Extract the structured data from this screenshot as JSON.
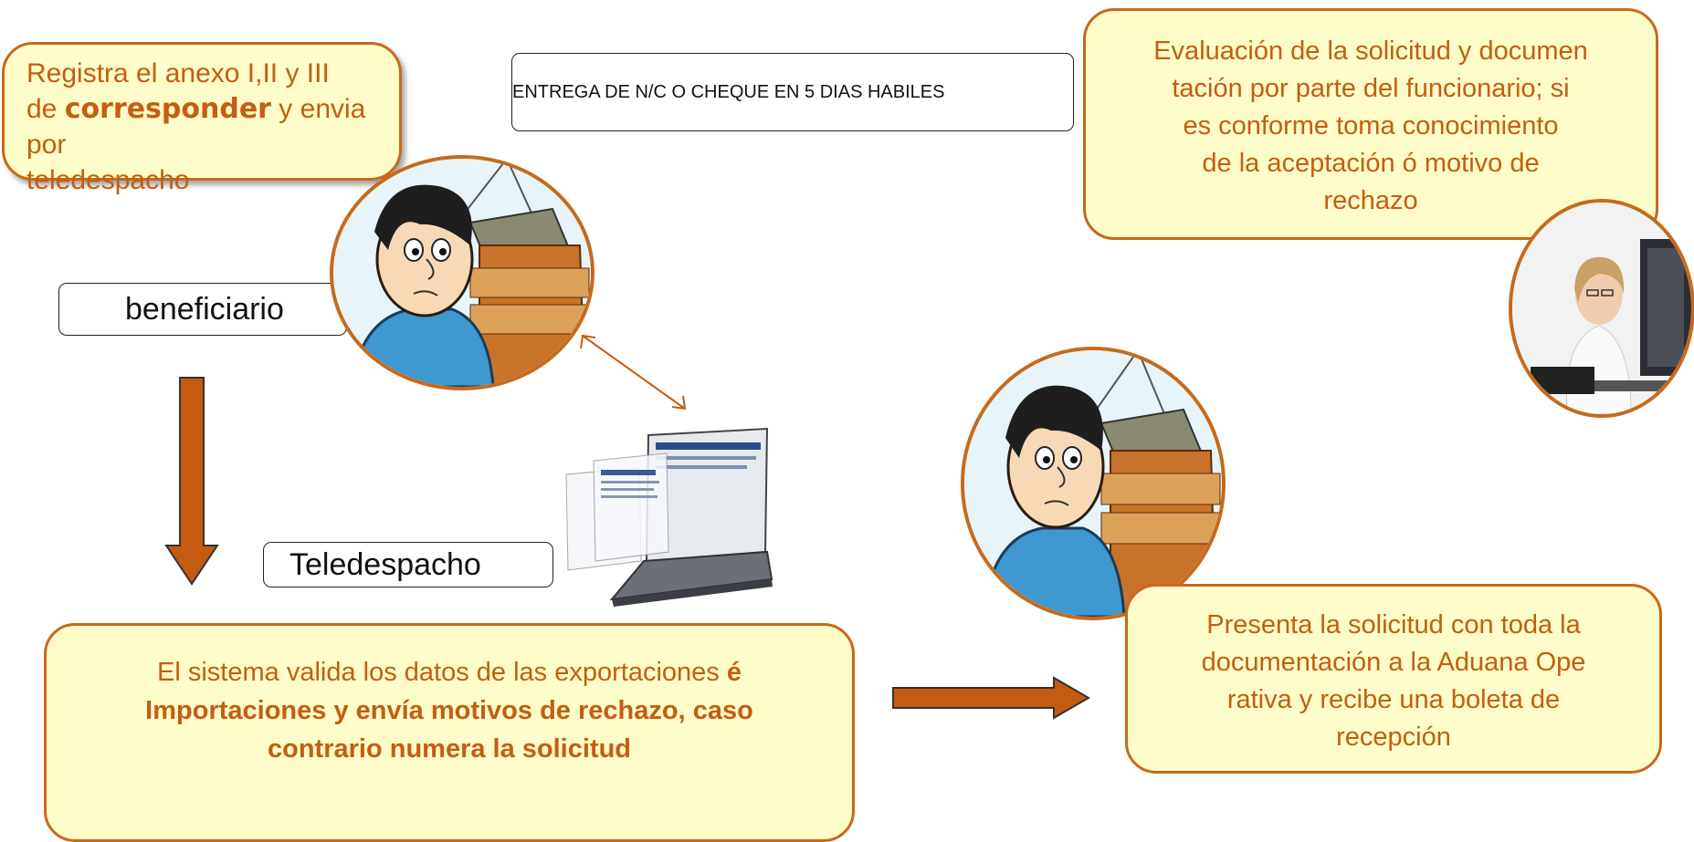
{
  "box_registra": {
    "line1": "Registra el anexo I,II y III",
    "line2_prefix": "de ",
    "line2_bold": "corresponder",
    "line2_suffix": " y envia por",
    "line3": "teledespacho"
  },
  "label_entrega": "ENTREGA DE N/C O CHEQUE EN 5 DIAS HABILES",
  "box_evaluacion": {
    "line1": "Evaluación de la solicitud y documen",
    "line2": "tación por parte del funcionario;  si",
    "line3": "es conforme  toma conocimiento",
    "line4": "de la aceptación ó motivo de",
    "line5": "rechazo"
  },
  "label_beneficiario": "beneficiario",
  "label_teledespacho": "Teledespacho",
  "box_sistema": {
    "line1_normal": "El sistema valida los datos de las exportaciones ",
    "line1_bold": "é",
    "line2": "Importaciones y envía motivos de rechazo, caso",
    "line3": "contrario numera la solicitud"
  },
  "box_presenta": {
    "line1": "Presenta la solicitud con toda la",
    "line2": "documentación a la Aduana Ope",
    "line3": "rativa y recibe una  boleta de",
    "line4": "recepción"
  },
  "colors": {
    "box_fill": "#fefcc8",
    "box_border": "#c8691a",
    "text_orange": "#c35e12",
    "arrow_fill": "#c55a11"
  },
  "icons": [
    "person-illustration-icon",
    "laptop-icon",
    "office-worker-icon",
    "double-arrow-icon"
  ]
}
